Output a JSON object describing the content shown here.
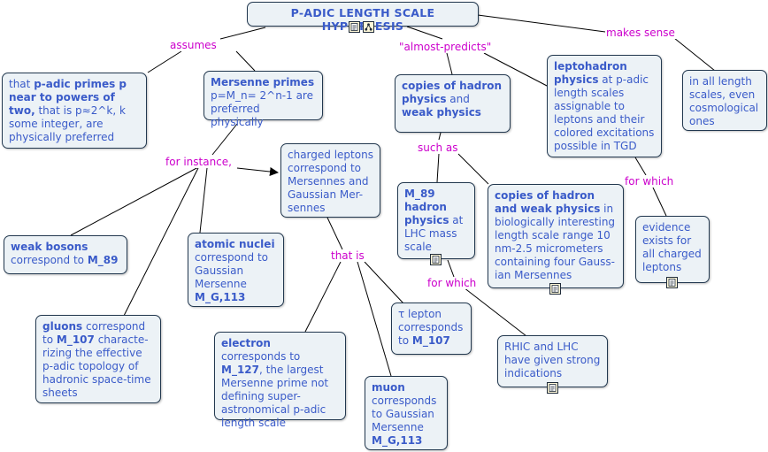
{
  "title": "P-ADIC LENGTH SCALE HYPOTHESIS",
  "nodes": {
    "padic_primes": {
      "b1": "p-adic primes p near to powers of two,",
      "t0": "that ",
      "t1": " that is p≈2^k, k some integer, are  physically preferred"
    },
    "mersenne": {
      "b1": "Mersenne primes",
      "t1": " p=M_n= 2^n-1 are preferred physically"
    },
    "copies_hadron": {
      "b1": "copies of hadron physics",
      "t1": " and ",
      "b2": "weak physics"
    },
    "leptohadron": {
      "b1": "leptohadron physics",
      "t1": " at p-adic  length scales assignable to leptons and their colored excitations possible in TGD"
    },
    "all_scales": {
      "t1": "in all length scales, even cosmological ones"
    },
    "charged_leptons": {
      "t1": "charged leptons correspond to Mersennes and Gaussian Mer-sennes"
    },
    "m89_hadron": {
      "b1": "M_89 hadron physics",
      "t1": " at LHC mass scale"
    },
    "bio_copies": {
      "b1": "copies of hadron and weak physics",
      "t1": " in biologically interesting length scale range 10 nm-2.5 micrometers containing four Gauss-ian Mersennes"
    },
    "evidence": {
      "t1": "evidence exists for all charged leptons"
    },
    "weak_bosons": {
      "b1": "weak bosons",
      "t1": " correspond to ",
      "b2": "M_89"
    },
    "atomic_nuclei": {
      "b1": "atomic nuclei",
      "t1": " correspond to Gaussian Mersenne ",
      "b2": "M_G,113"
    },
    "gluons": {
      "b1": "gluons",
      "t1": "  correspond to ",
      "b2": "M_107",
      "t2": " characte-rizing the effective p-adic topology of hadronic space-time sheets"
    },
    "electron": {
      "b1": "electron",
      "t1": " corresponds to ",
      "b2": "M_127",
      "t2": ", the largest Mersenne prime not defining super-astronomical p-adic length scale"
    },
    "tau": {
      "t1": "τ lepton corresponds to ",
      "b2": "M_107"
    },
    "muon": {
      "b1": "muon",
      "t1": " corresponds to Gaussian Mersenne ",
      "b2": "M_G,113"
    },
    "rhic": {
      "t1": "RHIC and LHC have given strong indications"
    }
  },
  "labels": {
    "assumes": "assumes",
    "almost_predicts": "\"almost-predicts\"",
    "makes_sense": "makes sense",
    "for_instance": "for instance,",
    "such_as": "such as",
    "for_which_1": "for which",
    "that_is": "that is",
    "for_which_2": "for which"
  },
  "icons": [
    "document-icon",
    "concept-map-icon"
  ],
  "colors": {
    "node_fill": "#ecf2f6",
    "node_border": "#22384f",
    "node_text": "#3a5bc9",
    "link_label": "#cc00cc",
    "line": "#000000"
  }
}
